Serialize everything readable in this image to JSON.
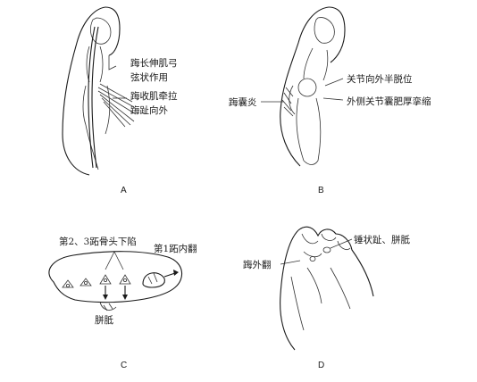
{
  "panels": {
    "A": {
      "letter": "A",
      "labels": [
        "踇长伸肌弓",
        "弦状作用",
        "踇收肌牵拉",
        "踇趾向外"
      ]
    },
    "B": {
      "letter": "B",
      "labels": [
        "关节向外半脱位",
        "踇囊炎",
        "外侧关节囊肥厚挛缩"
      ]
    },
    "C": {
      "letter": "C",
      "labels": [
        "第2、3跖骨头下陷",
        "第1跖内翻",
        "胼胝"
      ]
    },
    "D": {
      "letter": "D",
      "labels": [
        "锤状趾、胼胝",
        "踇外翻"
      ]
    }
  }
}
